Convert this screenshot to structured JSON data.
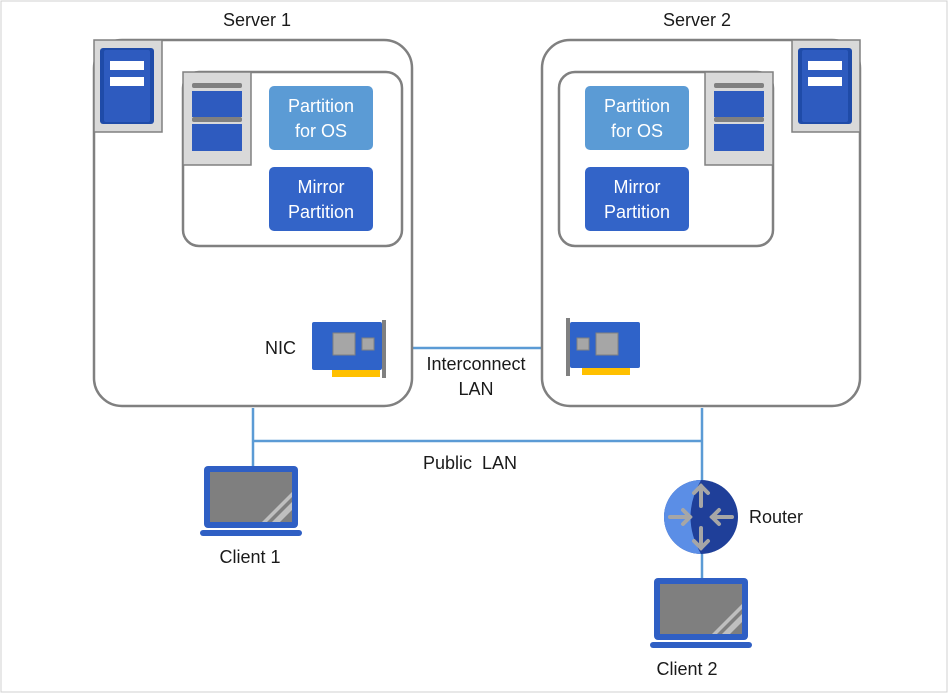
{
  "servers": [
    {
      "title": "Server 1",
      "partition_os": [
        "Partition",
        "for OS"
      ],
      "mirror_partition": [
        "Mirror",
        "Partition"
      ]
    },
    {
      "title": "Server 2",
      "partition_os": [
        "Partition",
        "for OS"
      ],
      "mirror_partition": [
        "Mirror",
        "Partition"
      ]
    }
  ],
  "nic_label": "NIC",
  "interconnect_label": [
    "Interconnect",
    "LAN"
  ],
  "public_lan_label": "Public  LAN",
  "router_label": "Router",
  "clients": [
    "Client 1",
    "Client 2"
  ],
  "colors": {
    "frame": "#808080",
    "line": "#5b9bd5",
    "partition_os": "#5b9bd5",
    "mirror_partition": "#3364c8",
    "disk_tray": "#d9d9d9",
    "disk_block": "#2e5bbf",
    "nic_board": "#2f63c9",
    "nic_contacts": "#ffc000",
    "router_light": "#5b8ee6",
    "router_dark": "#1f3f99",
    "laptop_frame": "#2f5fc4",
    "laptop_screen": "#7f7f7f"
  }
}
